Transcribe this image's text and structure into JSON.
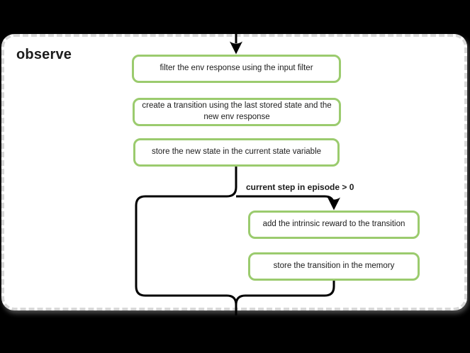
{
  "canvas": {
    "colors": {
      "background": "#000000",
      "panel_fill": "#ffffff",
      "panel_dashed_border": "#d8d8d8",
      "node_border_green": "#9bcb6e",
      "connector_black": "#000000",
      "text": "#1c1c1c"
    }
  },
  "diagram": {
    "title": "observe",
    "branch_label": "current step in episode > 0",
    "nodes": [
      {
        "id": "filter-env-response",
        "lines": [
          "filter the env response using the input filter"
        ]
      },
      {
        "id": "create-transition",
        "lines": [
          "create a transition using the last stored state and the",
          "new env response"
        ]
      },
      {
        "id": "store-new-state",
        "lines": [
          "store the new state in the current state variable"
        ]
      },
      {
        "id": "add-intrinsic-reward",
        "lines": [
          "add the intrinsic reward to the transition"
        ]
      },
      {
        "id": "store-transition",
        "lines": [
          "store the transition in the memory"
        ]
      }
    ]
  }
}
